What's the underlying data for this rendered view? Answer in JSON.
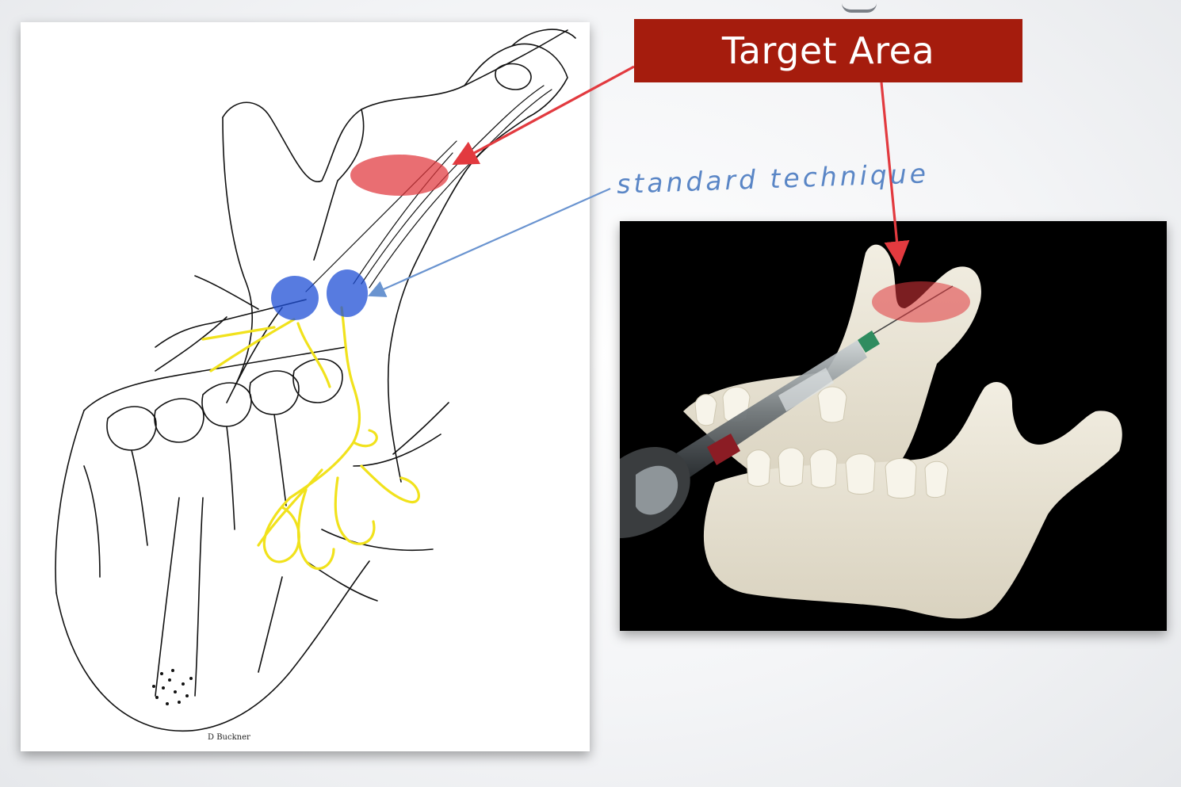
{
  "slide": {
    "target_label": "Target Area",
    "handwritten_label": "standard technique",
    "signature_text": "D Buckner"
  },
  "colors": {
    "target_box": "#a51c0d",
    "target_ellipse": "#e0363c",
    "standard_blob": "#1f4fd6",
    "nerve": "#f1e21c",
    "annotation_arrow_blue": "#6a94d0",
    "annotation_arrow_red": "#e23a3f"
  },
  "images": {
    "left": "nerve-anatomy-illustration",
    "right": "mandible-syringe-photo"
  }
}
